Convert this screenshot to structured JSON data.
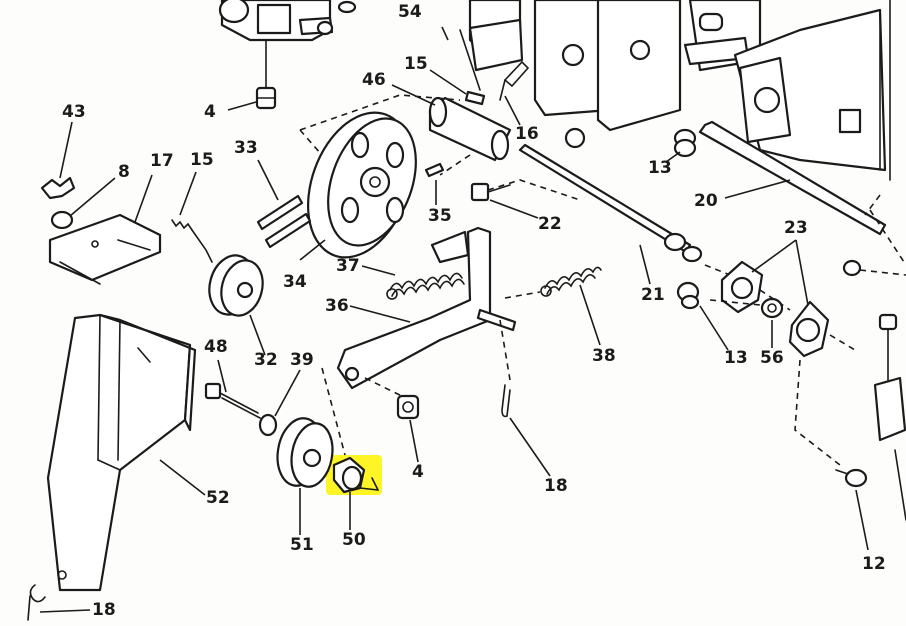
{
  "diagram": {
    "highlight_color": "#fff200",
    "callouts": {
      "c54": "54",
      "c43": "43",
      "c4a": "4",
      "c15a": "15",
      "c46": "46",
      "c16": "16",
      "c8": "8",
      "c17": "17",
      "c15b": "15",
      "c33": "33",
      "c13a": "13",
      "c20": "20",
      "c35": "35",
      "c22": "22",
      "c23": "23",
      "c37": "37",
      "c34": "34",
      "c36": "36",
      "c21": "21",
      "c38": "38",
      "c13b": "13",
      "c56": "56",
      "c48": "48",
      "c32": "32",
      "c39": "39",
      "c4b": "4",
      "c18a": "18",
      "c52": "52",
      "c51": "51",
      "c50": "50",
      "c12": "12",
      "c18b": "18"
    }
  }
}
